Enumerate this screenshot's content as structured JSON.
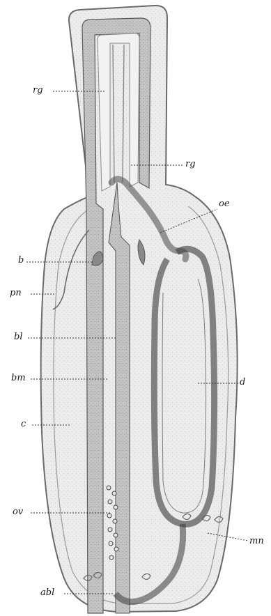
{
  "figure": {
    "labels": {
      "rg_top": "rg",
      "rg_mid": "rg",
      "oe": "oe",
      "b": "b",
      "pn": "pn",
      "bl": "bl",
      "bm": "bm",
      "d": "d",
      "c": "c",
      "ov": "ov",
      "mn": "mn",
      "abl": "abl"
    }
  }
}
